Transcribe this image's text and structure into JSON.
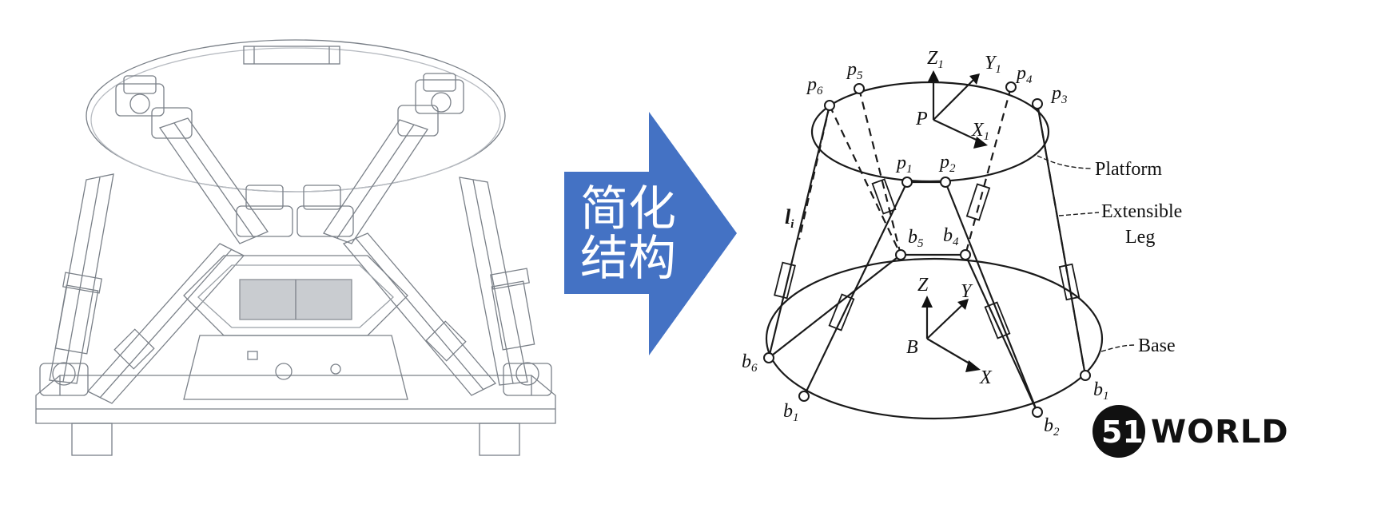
{
  "arrow": {
    "line1": "简化",
    "line2": "结构",
    "color": "#4472c4"
  },
  "diagram": {
    "platform_points": [
      "p",
      "p",
      "p",
      "p",
      "p",
      "p"
    ],
    "platform_subs": [
      "6",
      "5",
      "4",
      "3",
      "1",
      "2"
    ],
    "base_points": [
      "b",
      "b",
      "b",
      "b",
      "b",
      "b"
    ],
    "base_subs": [
      "6",
      "1",
      "2",
      "1",
      "5",
      "4"
    ],
    "top_frame": {
      "origin": "P",
      "z": "Z",
      "y": "Y",
      "x": "X",
      "sub": "1"
    },
    "bottom_frame": {
      "origin": "B",
      "z": "Z",
      "y": "Y",
      "x": "X"
    },
    "leg_label": "l",
    "leg_sub": "i",
    "callout_platform": "Platform",
    "callout_leg_1": "Extensible",
    "callout_leg_2": "Leg",
    "callout_base": "Base"
  },
  "logo": {
    "mark": "51",
    "word": "WORLD"
  }
}
